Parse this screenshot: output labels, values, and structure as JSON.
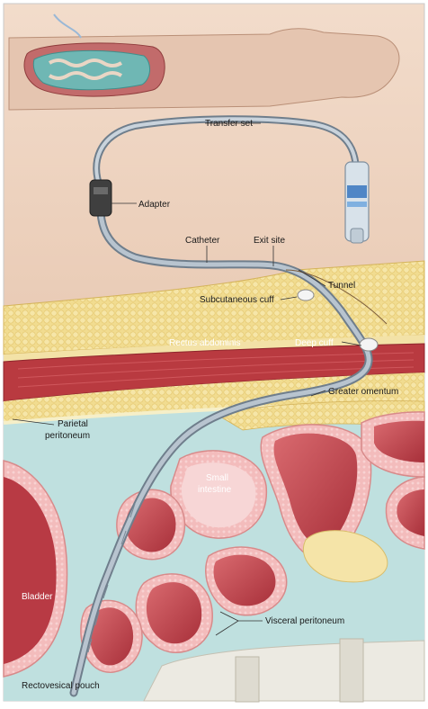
{
  "labels": {
    "transfer_set": "Transfer set",
    "adapter": "Adapter",
    "catheter": "Catheter",
    "exit_site": "Exit site",
    "tunnel": "Tunnel",
    "subcutaneous_cuff": "Subcutaneous cuff",
    "rectus_abdominis": "Rectus abdominis",
    "deep_cuff": "Deep cuff",
    "greater_omentum": "Greater omentum",
    "parietal_peritoneum_1": "Parietal",
    "parietal_peritoneum_2": "peritoneum",
    "small_intestine_1": "Small",
    "small_intestine_2": "intestine",
    "bladder": "Bladder",
    "visceral_peritoneum": "Visceral peritoneum",
    "rectovesical_pouch": "Rectovesical pouch"
  },
  "colors": {
    "skin": "#e9cdb8",
    "fat": "#efd98a",
    "muscle": "#b8373c",
    "peritoneal_fluid": "#bfe0df",
    "bowel_wall": "#f2b4b4",
    "bowel_lumen": "#c84a52",
    "catheter": "#8c9aa8"
  }
}
